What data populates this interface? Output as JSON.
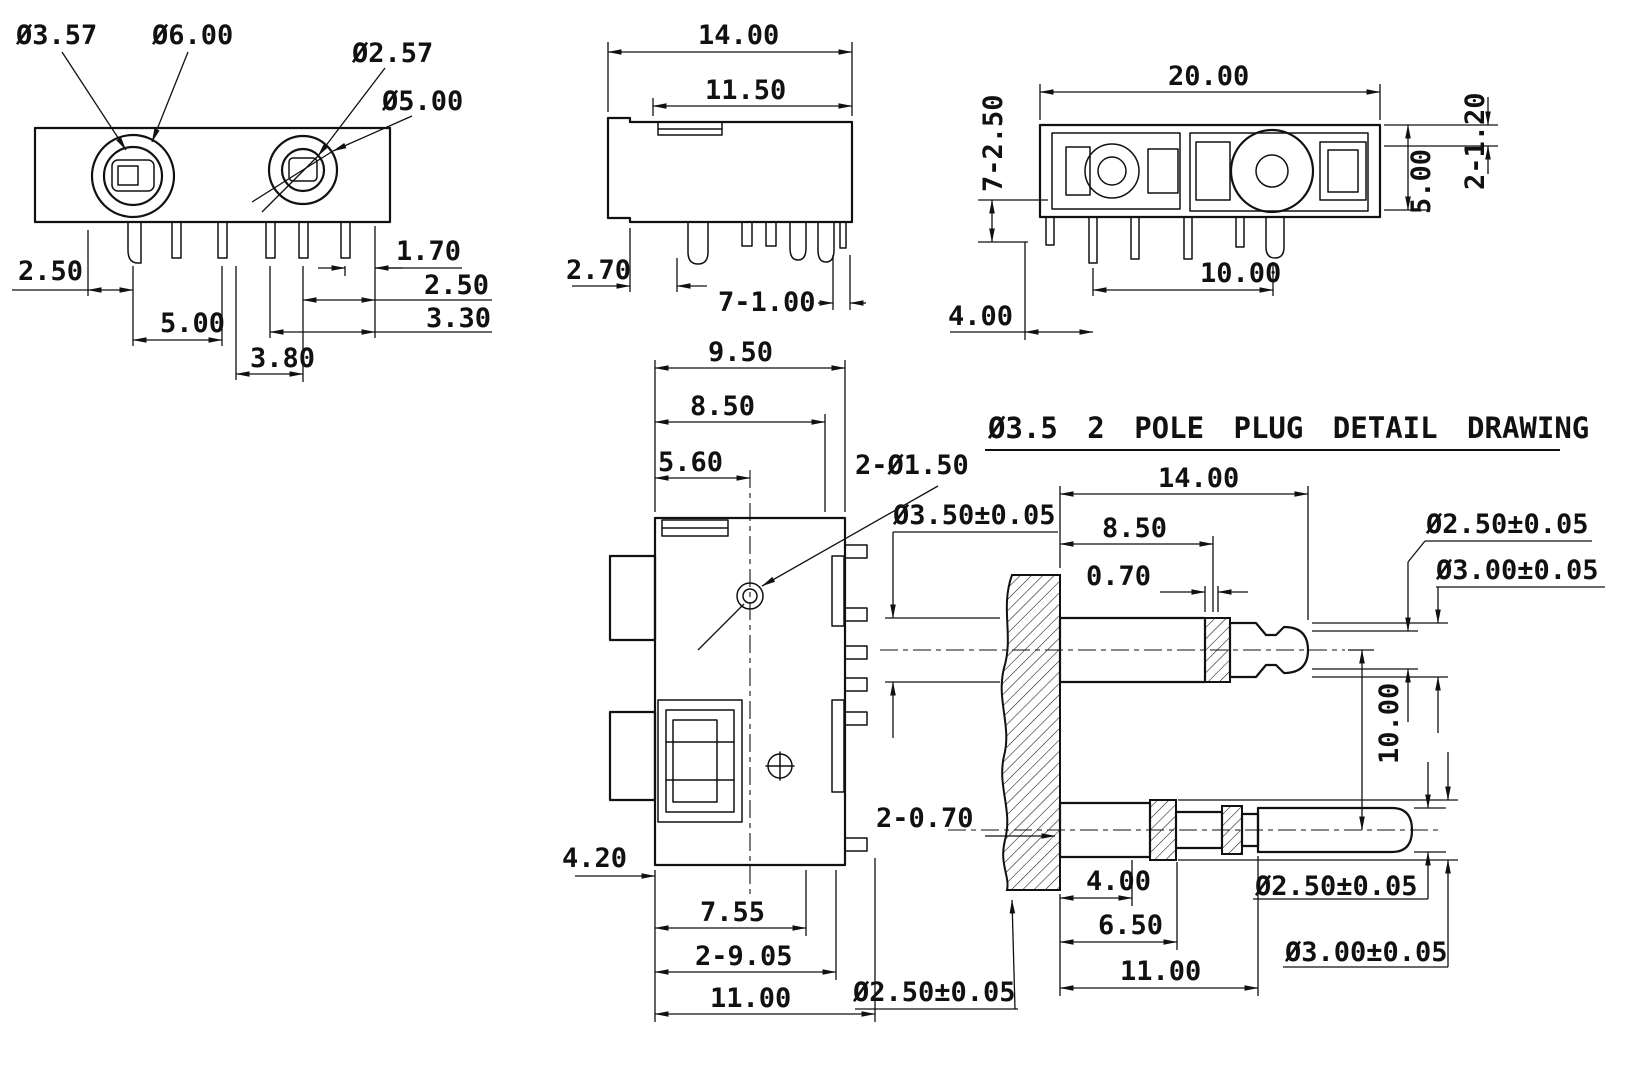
{
  "drawing": {
    "title": "Ø3.5 2 POLE PLUG DETAIL DRAWING",
    "ink": "#111111",
    "background": "#ffffff"
  },
  "front_view": {
    "dia_tip_left": "Ø3.57",
    "dia_bushing_left": "Ø6.00",
    "dia_tip_right": "Ø2.57",
    "dia_bushing_right": "Ø5.00",
    "dim_edge_to_pin": "2.50",
    "dim_pin_pitch": "5.00",
    "dim_pin_gap": "1.70",
    "dim_pin_offset": "2.50",
    "dim_pin_span": "3.30",
    "dim_center_span": "3.80"
  },
  "side_view": {
    "dim_body_width": "14.00",
    "dim_inner_width": "11.50",
    "dim_front_offset": "2.70",
    "dim_pin_width": "7-1.00"
  },
  "rear_view": {
    "dim_pin_pitch": "7-2.50",
    "dim_body_length": "20.00",
    "dim_slot": "2-1.20",
    "dim_height": "5.00",
    "dim_jack_pitch": "10.00",
    "dim_edge_offset": "4.00"
  },
  "section_view": {
    "dim_depth_outer": "9.50",
    "dim_depth_inner": "8.50",
    "dim_hole_offset": "5.60",
    "dim_holes": "2-Ø1.50",
    "dim_boss": "4.20",
    "dim_step": "7.55",
    "dim_slots": "2-9.05",
    "dim_total": "11.00"
  },
  "plug_detail": {
    "dia_barrel": "Ø3.50±0.05",
    "dim_length": "14.00",
    "dim_barrel_len": "8.50",
    "dim_washer": "0.70",
    "dia_tip_upper": "Ø2.50±0.05",
    "dia_sleeve_upper": "Ø3.00±0.05",
    "dim_center_dist": "10.00",
    "dim_grooves": "2-0.70",
    "dim_step1": "4.00",
    "dim_step2": "6.50",
    "dim_step3": "11.00",
    "dia_lower_left": "Ø2.50±0.05",
    "dia_tip_lower": "Ø2.50±0.05",
    "dia_sleeve_lower": "Ø3.00±0.05"
  }
}
